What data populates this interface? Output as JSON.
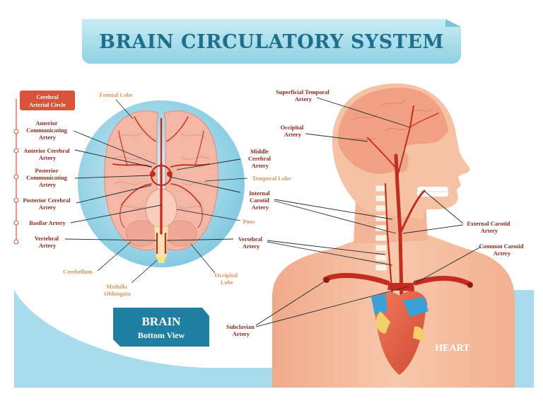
{
  "title": "BRAIN CIRCULATORY SYSTEM",
  "brain_caption": {
    "line1": "BRAIN",
    "line2": "Bottom View"
  },
  "heart_label": "HEART",
  "legend_header": [
    "Cerebral",
    "Arterial Circle"
  ],
  "left_labels": [
    [
      "Anterior",
      "Communicating",
      "Artery"
    ],
    [
      "Anterior Cerebral",
      "Artery"
    ],
    [
      "Posterior",
      "Communicating",
      "Artery"
    ],
    [
      "Posterior Cerebral",
      "Artery"
    ],
    [
      "Basilar Artery"
    ],
    [
      "Vertebral",
      "Artery"
    ]
  ],
  "brain_region_labels": {
    "frontal_lobe": [
      "Frontal Lobe"
    ],
    "temporal_lobe": [
      "Temporal Lobe"
    ],
    "pons": [
      "Pons"
    ],
    "cerebellum": [
      "Cerebellum"
    ],
    "medulla": [
      "Medulla",
      "Oblongata"
    ],
    "occipital_lobe": [
      "Occipital",
      "Lobe"
    ]
  },
  "middle_labels": {
    "middle_cerebral": [
      "Middle",
      "Cerebral",
      "Artery"
    ],
    "internal_carotid": [
      "Internal",
      "Carotid",
      "Artery"
    ],
    "vertebral": [
      "Vertebral",
      "Artery"
    ],
    "subclavian": [
      "Subclavian",
      "Artery"
    ]
  },
  "right_labels": {
    "superficial_temporal": [
      "Superficial Temporal",
      "Artery"
    ],
    "occipital_artery": [
      "Occipital",
      "Artery"
    ],
    "external_carotid": [
      "External Carotid",
      "Artery"
    ],
    "common_carotid": [
      "Common Carotid",
      "Artery"
    ]
  },
  "colors": {
    "title_text": "#1e6f8c",
    "banner": "#a8dcea",
    "brain_circle": "#8fd0e6",
    "brain_tissue": "#f5b8a8",
    "artery": "#c62b1f",
    "vein": "#3aa0d6",
    "skin": "#f6c0a0",
    "label_dark": "#8b2a1c",
    "label_light": "#d9965c",
    "caption_box": "#1e7fa3",
    "legend_box": "#d9533a"
  }
}
